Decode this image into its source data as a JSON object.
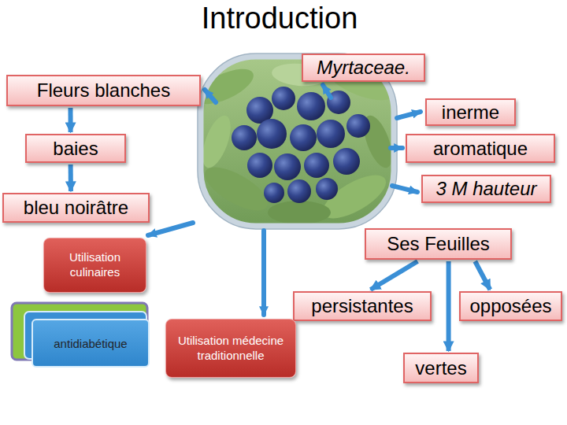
{
  "diagram": {
    "title": "Introduction",
    "nodes": [
      {
        "text": [
          "Myrtaceae."
        ]
      },
      {
        "text": [
          "Fleurs blanches"
        ]
      },
      {
        "text": [
          "inerme"
        ]
      },
      {
        "text": [
          "baies"
        ]
      },
      {
        "text": [
          "aromatique"
        ]
      },
      {
        "text": [
          "3 M hauteur"
        ]
      },
      {
        "text": [
          "bleu noirâtre"
        ]
      },
      {
        "text": [
          "Ses Feuilles"
        ]
      },
      {
        "text": [
          "Utilisation culinaires"
        ]
      },
      {
        "text": [
          "persistantes"
        ]
      },
      {
        "text": [
          "opposées"
        ]
      },
      {
        "text": [
          "antidiabétique"
        ]
      },
      {
        "text": [
          "Utilisation médecine traditionnelle"
        ]
      },
      {
        "text": [
          "vertes"
        ]
      }
    ],
    "edges": [
      {
        "from": 1,
        "to": 3,
        "arrow": "to"
      },
      {
        "from": 3,
        "to": 6,
        "arrow": "to"
      },
      {
        "from": 7,
        "to": 9,
        "arrow": "to"
      },
      {
        "from": 7,
        "to": 10,
        "arrow": "to"
      },
      {
        "from": 7,
        "to": 13,
        "arrow": "to"
      }
    ]
  }
}
